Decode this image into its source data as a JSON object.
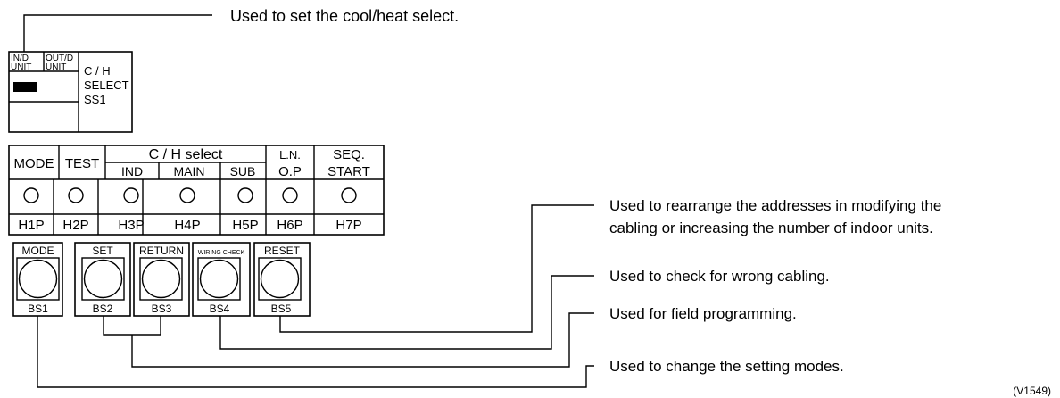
{
  "switch_box": {
    "col1": [
      "IN/D",
      "UNIT"
    ],
    "col2": [
      "OUT/D",
      "UNIT"
    ],
    "label": [
      "C / H",
      "SELECT",
      "SS1"
    ]
  },
  "led_table": {
    "mode": "MODE",
    "test": "TEST",
    "ch_select": "C / H select",
    "ind": "IND",
    "main": "MAIN",
    "sub": "SUB",
    "ln": [
      "L.N.",
      "O.P"
    ],
    "seq": [
      "SEQ.",
      "START"
    ],
    "leds": [
      "H1P",
      "H2P",
      "H3P",
      "H4P",
      "H5P",
      "H6P",
      "H7P"
    ]
  },
  "buttons": [
    {
      "top": "MODE",
      "bottom": "BS1"
    },
    {
      "top": "SET",
      "bottom": "BS2"
    },
    {
      "top": "RETURN",
      "bottom": "BS3"
    },
    {
      "top": "WIRING CHECK",
      "bottom": "BS4"
    },
    {
      "top": "RESET",
      "bottom": "BS5"
    }
  ],
  "annotations": {
    "cool_heat": "Used to set the cool/heat select.",
    "rearrange": [
      "Used to rearrange the addresses in modifying the",
      "cabling or increasing the number of indoor units."
    ],
    "wrong_cabling": "Used to check for wrong cabling.",
    "field_prog": "Used for field programming.",
    "setting_modes": "Used to change the setting modes."
  },
  "figure_ref": "(V1549)"
}
